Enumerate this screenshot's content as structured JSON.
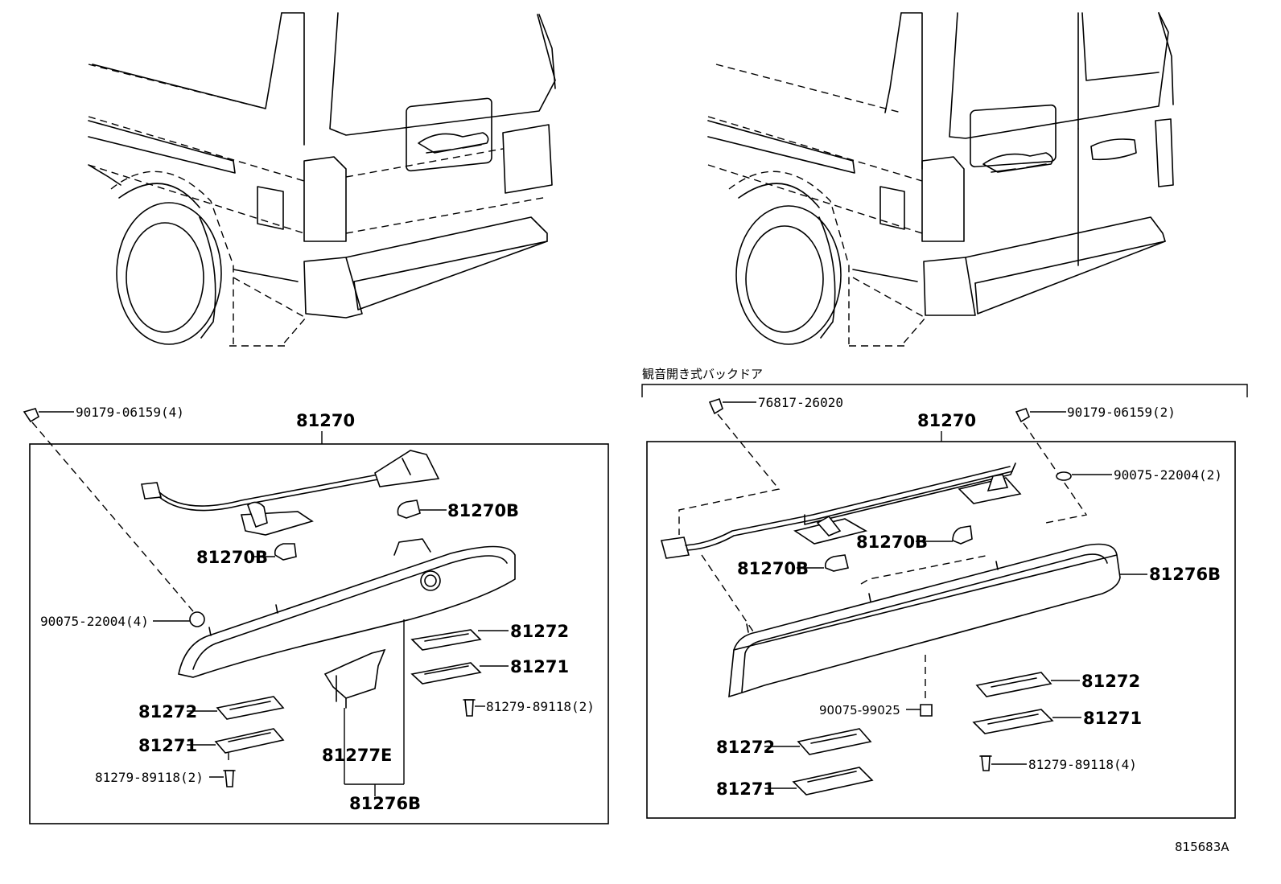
{
  "left_panel": {
    "assembly": "81270",
    "parts": {
      "p_90179": "90179-06159(4)",
      "p_81270b_a": "81270B",
      "p_81270b_b": "81270B",
      "p_90075": "90075-22004(4)",
      "p_81272_a": "81272",
      "p_81271_a": "81271",
      "p_81279_a": "81279-89118(2)",
      "p_81272_b": "81272",
      "p_81271_b": "81271",
      "p_81279_b": "81279-89118(2)",
      "p_81277e": "81277E",
      "p_81276b": "81276B"
    }
  },
  "right_panel": {
    "caption": "観音開き式バックドア",
    "assembly": "81270",
    "parts": {
      "p_76817": "76817-26020",
      "p_90179": "90179-06159(2)",
      "p_90075": "90075-22004(2)",
      "p_81270b_a": "81270B",
      "p_81270b_b": "81270B",
      "p_81276b": "81276B",
      "p_90075_99": "90075-99025",
      "p_81272_a": "81272",
      "p_81271_a": "81271",
      "p_81279": "81279-89118(4)",
      "p_81272_b": "81272",
      "p_81271_b": "81271"
    }
  },
  "figure_code": "815683A"
}
